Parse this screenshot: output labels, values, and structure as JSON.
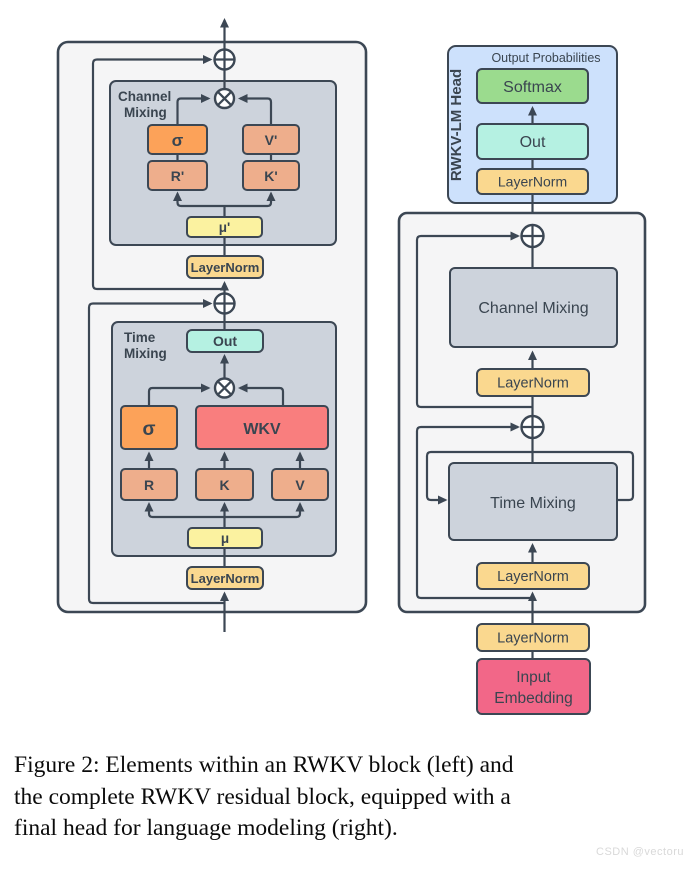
{
  "diagram": {
    "left_panel": {
      "channel_mixing": {
        "title_line1": "Channel",
        "title_line2": "Mixing",
        "sigma": "σ",
        "v_prime": "V'",
        "r_prime": "R'",
        "k_prime": "K'",
        "mu_prime": "μ'"
      },
      "layernorm_upper": "LayerNorm",
      "time_mixing": {
        "title_line1": "Time",
        "title_line2": "Mixing",
        "out": "Out",
        "sigma": "σ",
        "wkv": "WKV",
        "r": "R",
        "k": "K",
        "v": "V",
        "mu": "μ"
      },
      "layernorm_lower": "LayerNorm"
    },
    "right_panel": {
      "head": {
        "title": "RWKV-LM Head",
        "subtitle": "Output Probabilities",
        "softmax": "Softmax",
        "out": "Out",
        "layernorm": "LayerNorm"
      },
      "residual_block": {
        "channel_mixing": "Channel Mixing",
        "layernorm_channel": "LayerNorm",
        "time_mixing": "Time Mixing",
        "layernorm_time": "LayerNorm"
      },
      "layernorm_embedding": "LayerNorm",
      "input_embedding_line1": "Input",
      "input_embedding_line2": "Embedding"
    }
  },
  "caption": {
    "lines": [
      "Figure 2: Elements within an RWKV block (left) and",
      "the complete RWKV residual block, equipped with a",
      "final head for language modeling (right)."
    ]
  },
  "watermark": "CSDN @vectoru",
  "colors": {
    "border": "#3C4754",
    "text": "#3A4550",
    "panel_bg": "#F5F5F6",
    "container_bg": "#CDD3DC",
    "orange": "#FCA259",
    "salmon": "#EEAE8C",
    "yellow": "#FBF2A0",
    "peach": "#FAD88F",
    "teal": "#B5F1E2",
    "green": "#9BDB8E",
    "coral": "#F97E7E",
    "pink": "#F26788",
    "head_bg": "#CDE1FC"
  }
}
